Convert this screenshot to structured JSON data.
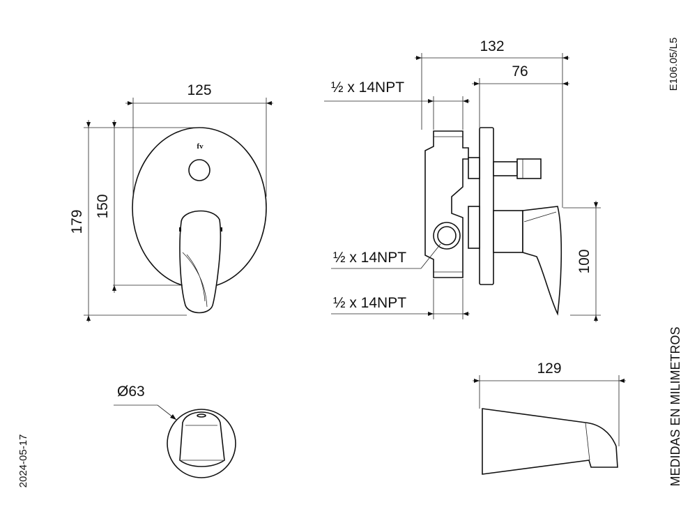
{
  "drawing": {
    "code": "E106.05/L5",
    "date": "2024-05-17",
    "units_note": "MEDIDAS EN MILIMETROS"
  },
  "front_view": {
    "width": "125",
    "height_total": "179",
    "height_plate": "150",
    "brand_mark": "fv"
  },
  "side_view": {
    "depth_total": "132",
    "depth_front": "76",
    "handle_height": "100",
    "thread_top": "½ x 14NPT",
    "thread_middle": "½ x 14NPT",
    "thread_bottom": "½ x 14NPT"
  },
  "escutcheon_view": {
    "diameter": "Ø63"
  },
  "spout_view": {
    "length": "129"
  }
}
